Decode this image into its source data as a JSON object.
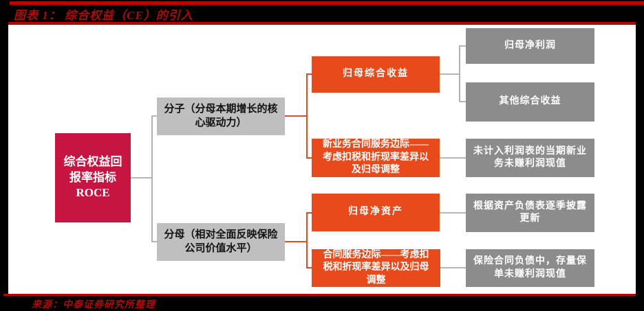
{
  "header": {
    "title": "图表 1：  综合权益（CE）的引入"
  },
  "footer": {
    "source": "来源：中泰证券研究所整理"
  },
  "colors": {
    "accent_red": "#C00000",
    "title_red": "#AE0A0A",
    "crimson_box": "#C61541",
    "orange_box": "#E84A1B",
    "gray_box_dark": "#8C8C8C",
    "gray_box_light": "#BFBFBF",
    "line_gray": "#9E9EA0",
    "line_orange": "#E8491D",
    "frame_black": "#000000"
  },
  "diagram": {
    "nodes": {
      "roce": {
        "label": "综合权益回\n报率指标\nROCE"
      },
      "numerator": {
        "label": "分子（分母本期增长的核\n心驱动力）"
      },
      "denominator": {
        "label": "分母（相对全面反映保险\n公司价值水平）"
      },
      "comprehensive_income": {
        "label": "归母综合收益"
      },
      "nb_csm": {
        "label": "新业务合同服务边际——\n考虑扣税和折现率差异以\n及归母调整"
      },
      "net_assets": {
        "label": "归母净资产"
      },
      "csm": {
        "label": "合同服务边际——考虑扣\n税和折现率差异以及归母\n调整"
      },
      "net_profit": {
        "label": "归母净利润"
      },
      "oci": {
        "label": "其他综合收益"
      },
      "nb_unearned": {
        "label": "未计入利润表的当期新业\n务未赚利润现值"
      },
      "balance_sheet": {
        "label": "根据资产负债表逐季披露\n更新"
      },
      "inforce_unearned": {
        "label": "保险合同负债中，存量保\n单未赚利润现值"
      }
    }
  }
}
